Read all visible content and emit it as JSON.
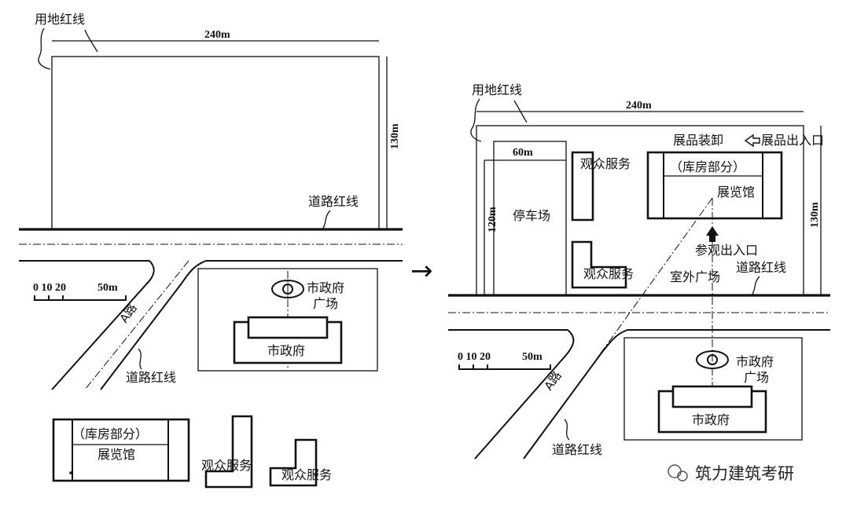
{
  "left": {
    "site_line_label": "用地红线",
    "width_dim": "240m",
    "depth_dim": "130m",
    "road_line_label_top": "道路红线",
    "road_line_label_bottom": "道路红线",
    "road_a_label": "A路",
    "scale_numbers": "0 10 20",
    "scale_end": "50m",
    "plaza_label_1": "市政府",
    "plaza_label_2": "广场",
    "city_hall_label": "市政府"
  },
  "pieces": {
    "warehouse_label": "（库房部分）",
    "exhibition_label": "展览馆",
    "audience_service_1": "观众服务",
    "audience_service_2": "观众服务"
  },
  "arrow_label": "→",
  "right": {
    "site_line_label": "用地红线",
    "width_dim": "240m",
    "depth_dim": "130m",
    "parking_width_dim": "60m",
    "parking_depth_dim": "120m",
    "parking_label": "停车场",
    "audience_service_top": "观众服务",
    "audience_service_bottom": "观众服务",
    "decoration_label": "展品装卸",
    "exhibit_entrance_label": "展品出入口",
    "warehouse_label": "（库房部分）",
    "exhibition_label": "展览馆",
    "visitor_entrance_label": "参观出入口",
    "outdoor_plaza_label": "室外广场",
    "road_line_label_top": "道路红线",
    "road_line_label_bottom": "道路红线",
    "road_a_label": "A路",
    "scale_numbers": "0 10 20",
    "scale_end": "50m",
    "plaza_label_1": "市政府",
    "plaza_label_2": "广场",
    "city_hall_label": "市政府"
  },
  "watermark": "筑力建筑考研"
}
